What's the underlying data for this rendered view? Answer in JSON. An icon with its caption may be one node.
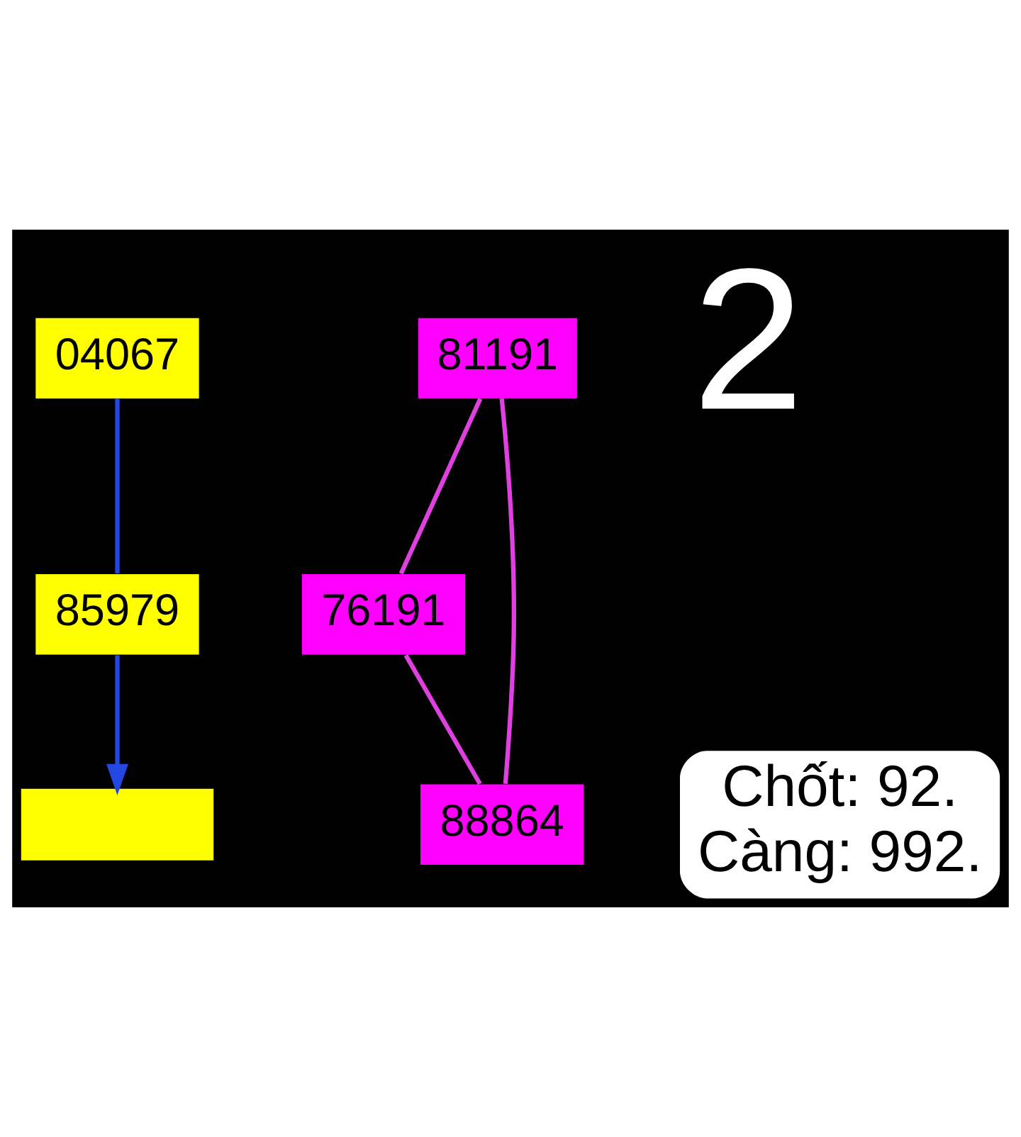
{
  "diagram": {
    "nodes": [
      {
        "text": [
          "04067"
        ]
      },
      {
        "text": [
          "85979"
        ]
      },
      {
        "text": [
          "76191"
        ]
      },
      {
        "text": [
          "81191"
        ]
      },
      {
        "text": [
          "88864"
        ]
      },
      {
        "text": [],
        "shape": "bar"
      },
      {
        "text": [
          "Chốt: 92.",
          "Càng: 992."
        ]
      }
    ],
    "edges": [
      {
        "from": 0,
        "to": 1,
        "arrow": "none",
        "color": "#2347e0"
      },
      {
        "from": 1,
        "to": 5,
        "arrow": "to",
        "color": "#2347e0"
      },
      {
        "from": 3,
        "to": 2,
        "arrow": "none",
        "color": "#e040e0"
      },
      {
        "from": 3,
        "to": 4,
        "arrow": "none",
        "color": "#e040e0"
      },
      {
        "from": 2,
        "to": 4,
        "arrow": "none",
        "color": "#e040e0"
      }
    ],
    "labels": [
      "2"
    ]
  }
}
